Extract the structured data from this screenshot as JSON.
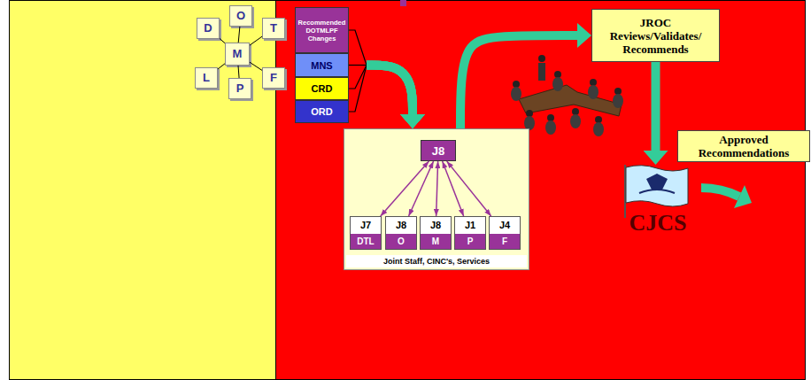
{
  "diagram": {
    "nodes": [
      {
        "text": [
          "D"
        ]
      },
      {
        "text": [
          "O"
        ]
      },
      {
        "text": [
          "T"
        ]
      },
      {
        "text": [
          "M"
        ]
      },
      {
        "text": [
          "L"
        ]
      },
      {
        "text": [
          "P"
        ]
      },
      {
        "text": [
          "F"
        ]
      },
      {
        "text": [
          "Recommended DOTMLPF Changes"
        ]
      },
      {
        "text": [
          "MNS"
        ]
      },
      {
        "text": [
          "CRD"
        ]
      },
      {
        "text": [
          "ORD"
        ]
      },
      {
        "text": [
          "Joint Staff, CINC's, Services"
        ]
      },
      {
        "text": [
          "J8"
        ],
        "in": 11
      },
      {
        "text": [
          "J7",
          "DTL"
        ],
        "in": 11
      },
      {
        "text": [
          "J8",
          "O"
        ],
        "in": 11
      },
      {
        "text": [
          "J8",
          "M"
        ],
        "in": 11
      },
      {
        "text": [
          "J1",
          "P"
        ],
        "in": 11
      },
      {
        "text": [
          "J4",
          "F"
        ],
        "in": 11
      },
      {
        "text": [
          "JROC Reviews/Validates/ Recommends"
        ]
      },
      {
        "text": [
          "CJCS"
        ]
      },
      {
        "text": [
          "Approved Recommendations"
        ]
      }
    ],
    "edges": [
      {
        "from": 3,
        "to": 0,
        "arrow": "none"
      },
      {
        "from": 3,
        "to": 1,
        "arrow": "none"
      },
      {
        "from": 3,
        "to": 2,
        "arrow": "none"
      },
      {
        "from": 3,
        "to": 4,
        "arrow": "none"
      },
      {
        "from": 3,
        "to": 5,
        "arrow": "none"
      },
      {
        "from": 3,
        "to": 6,
        "arrow": "none"
      },
      {
        "from": 12,
        "to": 13,
        "arrow": "both"
      },
      {
        "from": 12,
        "to": 14,
        "arrow": "both"
      },
      {
        "from": 12,
        "to": 15,
        "arrow": "both"
      },
      {
        "from": 12,
        "to": 16,
        "arrow": "both"
      },
      {
        "from": 12,
        "to": 17,
        "arrow": "both"
      },
      {
        "from": 7,
        "to": 11,
        "arrow": "to"
      },
      {
        "from": 8,
        "to": 11,
        "arrow": "to"
      },
      {
        "from": 9,
        "to": 11,
        "arrow": "to"
      },
      {
        "from": 10,
        "to": 11,
        "arrow": "to"
      },
      {
        "from": 11,
        "to": 18,
        "arrow": "to"
      },
      {
        "from": 18,
        "to": 19,
        "arrow": "to"
      }
    ]
  }
}
